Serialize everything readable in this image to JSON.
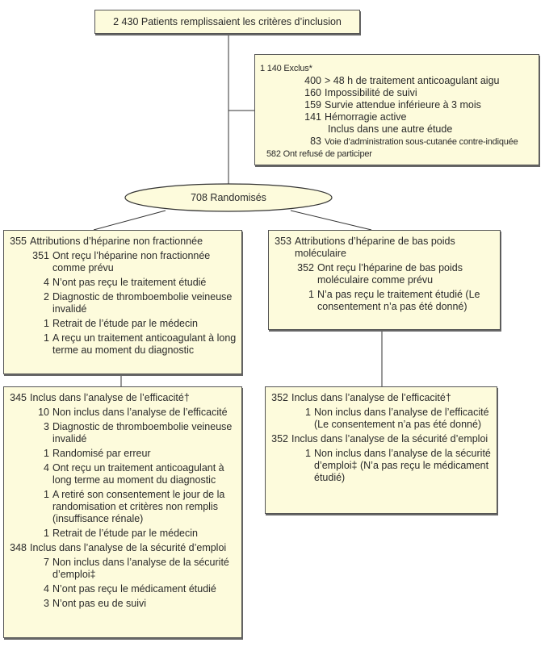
{
  "top": {
    "text": "2 430 Patients remplissaient les critères d’inclusion"
  },
  "excluded": {
    "header": "1 140 Exclus*",
    "items": [
      {
        "n": "400",
        "text": "> 48 h de traitement anticoagulant aigu"
      },
      {
        "n": "160",
        "text": "Impossibilité de suivi"
      },
      {
        "n": "159",
        "text": "Survie attendue inférieure à 3 mois"
      },
      {
        "n": "141",
        "text": "Hémorragie active"
      }
    ],
    "sub": "Inclus dans une autre étude",
    "last": {
      "n": "83",
      "text": "Voie d’administration sous-cutanée contre-indiquée"
    },
    "refused": "582 Ont refusé de participer"
  },
  "randomized": {
    "text": "708 Randomisés"
  },
  "ufh": {
    "items": [
      {
        "n": "355",
        "text": "Attributions d’héparine non fractionnée",
        "level": 0
      },
      {
        "n": "351",
        "text": "Ont reçu l’héparine non fractionnée comme prévu",
        "level": 1
      },
      {
        "n": "4",
        "text": "N’ont pas reçu le traitement étudié",
        "level": 1
      },
      {
        "n": "2",
        "text": "Diagnostic de thromboembolie veineuse invalidé",
        "level": 1
      },
      {
        "n": "1",
        "text": "Retrait de l’étude par le médecin",
        "level": 1
      },
      {
        "n": "1",
        "text": "A reçu un traitement anticoagulant à long terme au moment du diagnostic",
        "level": 1
      }
    ]
  },
  "lmwh": {
    "items": [
      {
        "n": "353",
        "text": "Attributions d’héparine de bas poids moléculaire",
        "level": 0
      },
      {
        "n": "352",
        "text": "Ont reçu l’héparine de bas poids moléculaire comme prévu",
        "level": 1
      },
      {
        "n": "1",
        "text": "N’a pas reçu le traitement étudié (Le consentement n’a pas été donné)",
        "level": 1
      }
    ]
  },
  "ufh_analysis": {
    "items": [
      {
        "n": "345",
        "text": "Inclus dans l’analyse de l’efficacité†",
        "level": 0
      },
      {
        "n": "10",
        "text": "Non inclus dans l’analyse de l’efficacité",
        "level": 1
      },
      {
        "n": "3",
        "text": "Diagnostic de thromboembolie veineuse invalidé",
        "level": 1
      },
      {
        "n": "1",
        "text": "Randomisé par erreur",
        "level": 1
      },
      {
        "n": "4",
        "text": "Ont reçu un traitement anticoagulant à long terme au moment du diagnostic",
        "level": 1
      },
      {
        "n": "1",
        "text": "A retiré son consentement le jour de la randomisation et critères non remplis (insuffisance rénale)",
        "level": 1
      },
      {
        "n": "1",
        "text": "Retrait de l’étude par le médecin",
        "level": 1
      },
      {
        "n": "348",
        "text": "Inclus dans l’analyse de la sécurité d’emploi",
        "level": 0
      },
      {
        "n": "7",
        "text": "Non inclus dans l’analyse de la sécurité d’emploi‡",
        "level": 1
      },
      {
        "n": "4",
        "text": "N’ont pas reçu le médicament étudié",
        "level": 1
      },
      {
        "n": "3",
        "text": "N’ont pas eu de suivi",
        "level": 1
      }
    ]
  },
  "lmwh_analysis": {
    "items": [
      {
        "n": "352",
        "text": "Inclus dans l’analyse de l’efficacité†",
        "level": 0
      },
      {
        "n": "1",
        "text": "Non inclus dans l’analyse de l’efficacité (Le consentement n’a pas été donné)",
        "level": 1
      },
      {
        "n": "352",
        "text": "Inclus dans l’analyse de la sécurité d’emploi",
        "level": 0
      },
      {
        "n": "1",
        "text": "Non inclus dans l’analyse de la sécurité d’emploi‡ (N’a pas reçu le médicament étudié)",
        "level": 1
      }
    ]
  },
  "colors": {
    "box_fill": "#fdfbdc",
    "border": "#555555",
    "line": "#333333"
  }
}
